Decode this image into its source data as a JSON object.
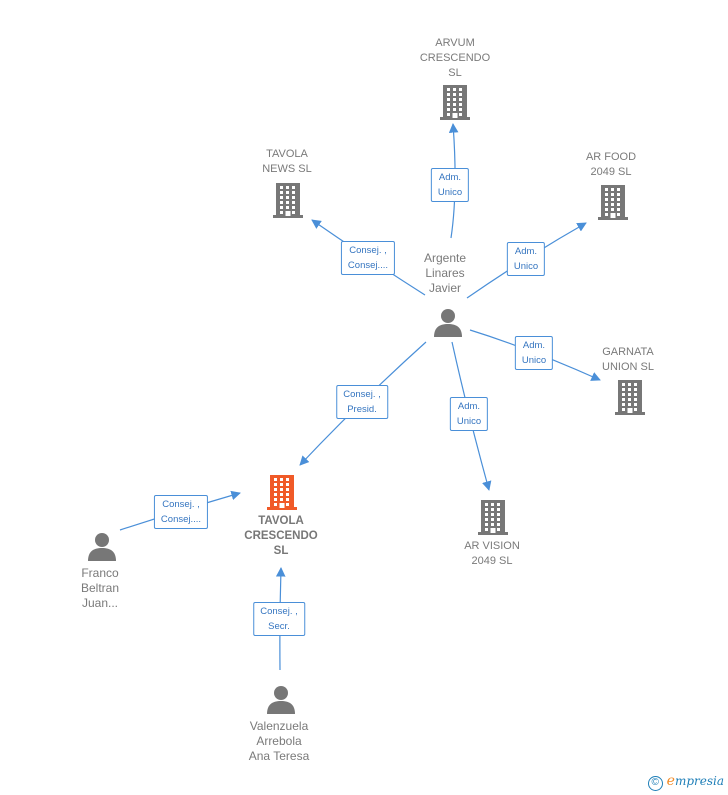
{
  "diagram": {
    "nodes": [
      {
        "id": "arvum",
        "type": "company",
        "lines": [
          "ARVUM",
          "CRESCENDO",
          "SL"
        ]
      },
      {
        "id": "tavola_news",
        "type": "company",
        "lines": [
          "TAVOLA",
          "NEWS  SL"
        ]
      },
      {
        "id": "ar_food",
        "type": "company",
        "lines": [
          "AR FOOD",
          "2049  SL"
        ]
      },
      {
        "id": "argente",
        "type": "person",
        "lines": [
          "Argente",
          "Linares",
          "Javier"
        ]
      },
      {
        "id": "garnata",
        "type": "company",
        "lines": [
          "GARNATA",
          "UNION  SL"
        ]
      },
      {
        "id": "tavola_crescendo",
        "type": "focus",
        "lines": [
          "TAVOLA",
          "CRESCENDO",
          "SL"
        ]
      },
      {
        "id": "ar_vision",
        "type": "company",
        "lines": [
          "AR VISION",
          "2049  SL"
        ]
      },
      {
        "id": "franco",
        "type": "person",
        "lines": [
          "Franco",
          "Beltran",
          "Juan..."
        ]
      },
      {
        "id": "valenzuela",
        "type": "person",
        "lines": [
          "Valenzuela",
          "Arrebola",
          "Ana Teresa"
        ]
      }
    ],
    "edges": [
      {
        "from": "argente",
        "to": "arvum",
        "lines": [
          "Adm.",
          "Unico"
        ]
      },
      {
        "from": "argente",
        "to": "tavola_news",
        "lines": [
          "Consej. ,",
          "Consej...."
        ]
      },
      {
        "from": "argente",
        "to": "ar_food",
        "lines": [
          "Adm.",
          "Unico"
        ]
      },
      {
        "from": "argente",
        "to": "garnata",
        "lines": [
          "Adm.",
          "Unico"
        ]
      },
      {
        "from": "argente",
        "to": "tavola_crescendo",
        "lines": [
          "Consej. ,",
          "Presid."
        ]
      },
      {
        "from": "argente",
        "to": "ar_vision",
        "lines": [
          "Adm.",
          "Unico"
        ]
      },
      {
        "from": "franco",
        "to": "tavola_crescendo",
        "lines": [
          "Consej. ,",
          "Consej...."
        ]
      },
      {
        "from": "valenzuela",
        "to": "tavola_crescendo",
        "lines": [
          "Consej. ,",
          "Secr."
        ]
      }
    ]
  },
  "colors": {
    "edge": "#4a8fd8",
    "company_icon": "#777777",
    "focus_icon": "#f05a28",
    "person_icon": "#777777"
  },
  "footer": {
    "copyright_symbol": "©",
    "brand_initial": "e",
    "brand_rest": "mpresia"
  }
}
